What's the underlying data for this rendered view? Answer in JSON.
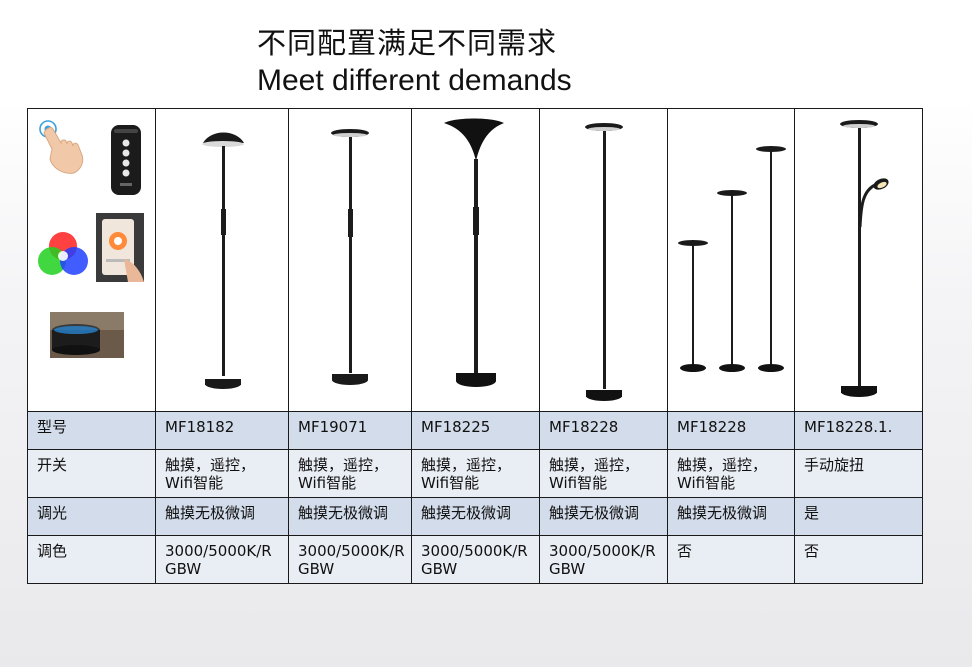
{
  "title": {
    "cn": "不同配置满足不同需求",
    "en": "Meet different demands"
  },
  "icons": [
    "touch-icon",
    "remote-control-icon",
    "rgb-color-icon",
    "smartphone-app-icon",
    "smart-speaker-icon"
  ],
  "products": [
    "MF18182",
    "MF19071",
    "MF18225",
    "MF18228",
    "MF18228",
    "MF18228.1."
  ],
  "rows": [
    {
      "label": "型号",
      "cells": [
        "MF18182",
        "MF19071",
        "MF18225",
        "MF18228",
        "MF18228",
        "MF18228.1."
      ]
    },
    {
      "label": "开关",
      "cells": [
        [
          "触摸，遥控，",
          "Wifi智能"
        ],
        [
          "触摸，遥控，",
          "Wifi智能"
        ],
        [
          "触摸，遥控，",
          "Wifi智能"
        ],
        [
          "触摸，遥控，",
          "Wifi智能"
        ],
        [
          "触摸，遥控，",
          "Wifi智能"
        ],
        [
          "手动旋扭"
        ]
      ]
    },
    {
      "label": "调光",
      "cells": [
        "触摸无极微调",
        "触摸无极微调",
        "触摸无极微调",
        "触摸无极微调",
        "触摸无极微调",
        "是"
      ]
    },
    {
      "label": "调色",
      "cells": [
        [
          "3000/5000K/R",
          "GBW"
        ],
        [
          "3000/5000K/R",
          "GBW"
        ],
        [
          "3000/5000K/R",
          "GBW"
        ],
        [
          "3000/5000K/R",
          "GBW"
        ],
        [
          "否"
        ],
        [
          "否"
        ]
      ]
    }
  ],
  "colors": {
    "header_row": "#d3dcea",
    "alt_row": "#e9edf4",
    "border": "#1a1a1a"
  }
}
